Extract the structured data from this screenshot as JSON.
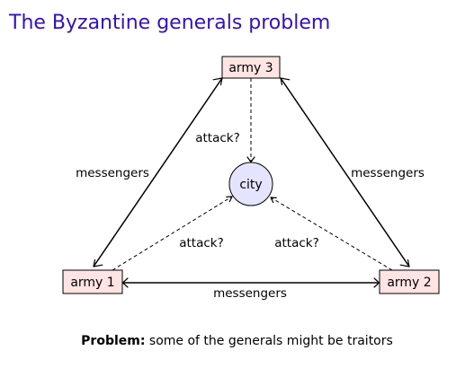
{
  "title": "The Byzantine generals problem",
  "colors": {
    "title": "#3311bb",
    "army_fill": "#ffe4e4",
    "city_fill": "#e4e4ff",
    "line": "#000000"
  },
  "nodes": {
    "army3": {
      "label": "army 3"
    },
    "army1": {
      "label": "army 1"
    },
    "army2": {
      "label": "army 2"
    },
    "city": {
      "label": "city"
    }
  },
  "edges": {
    "left_label": "messengers",
    "right_label": "messengers",
    "bottom_label": "messengers",
    "attack_from_army3": "attack?",
    "attack_from_army1": "attack?",
    "attack_from_army2": "attack?"
  },
  "footnote": {
    "label": "Problem:",
    "text": " some of the generals might be traitors"
  }
}
